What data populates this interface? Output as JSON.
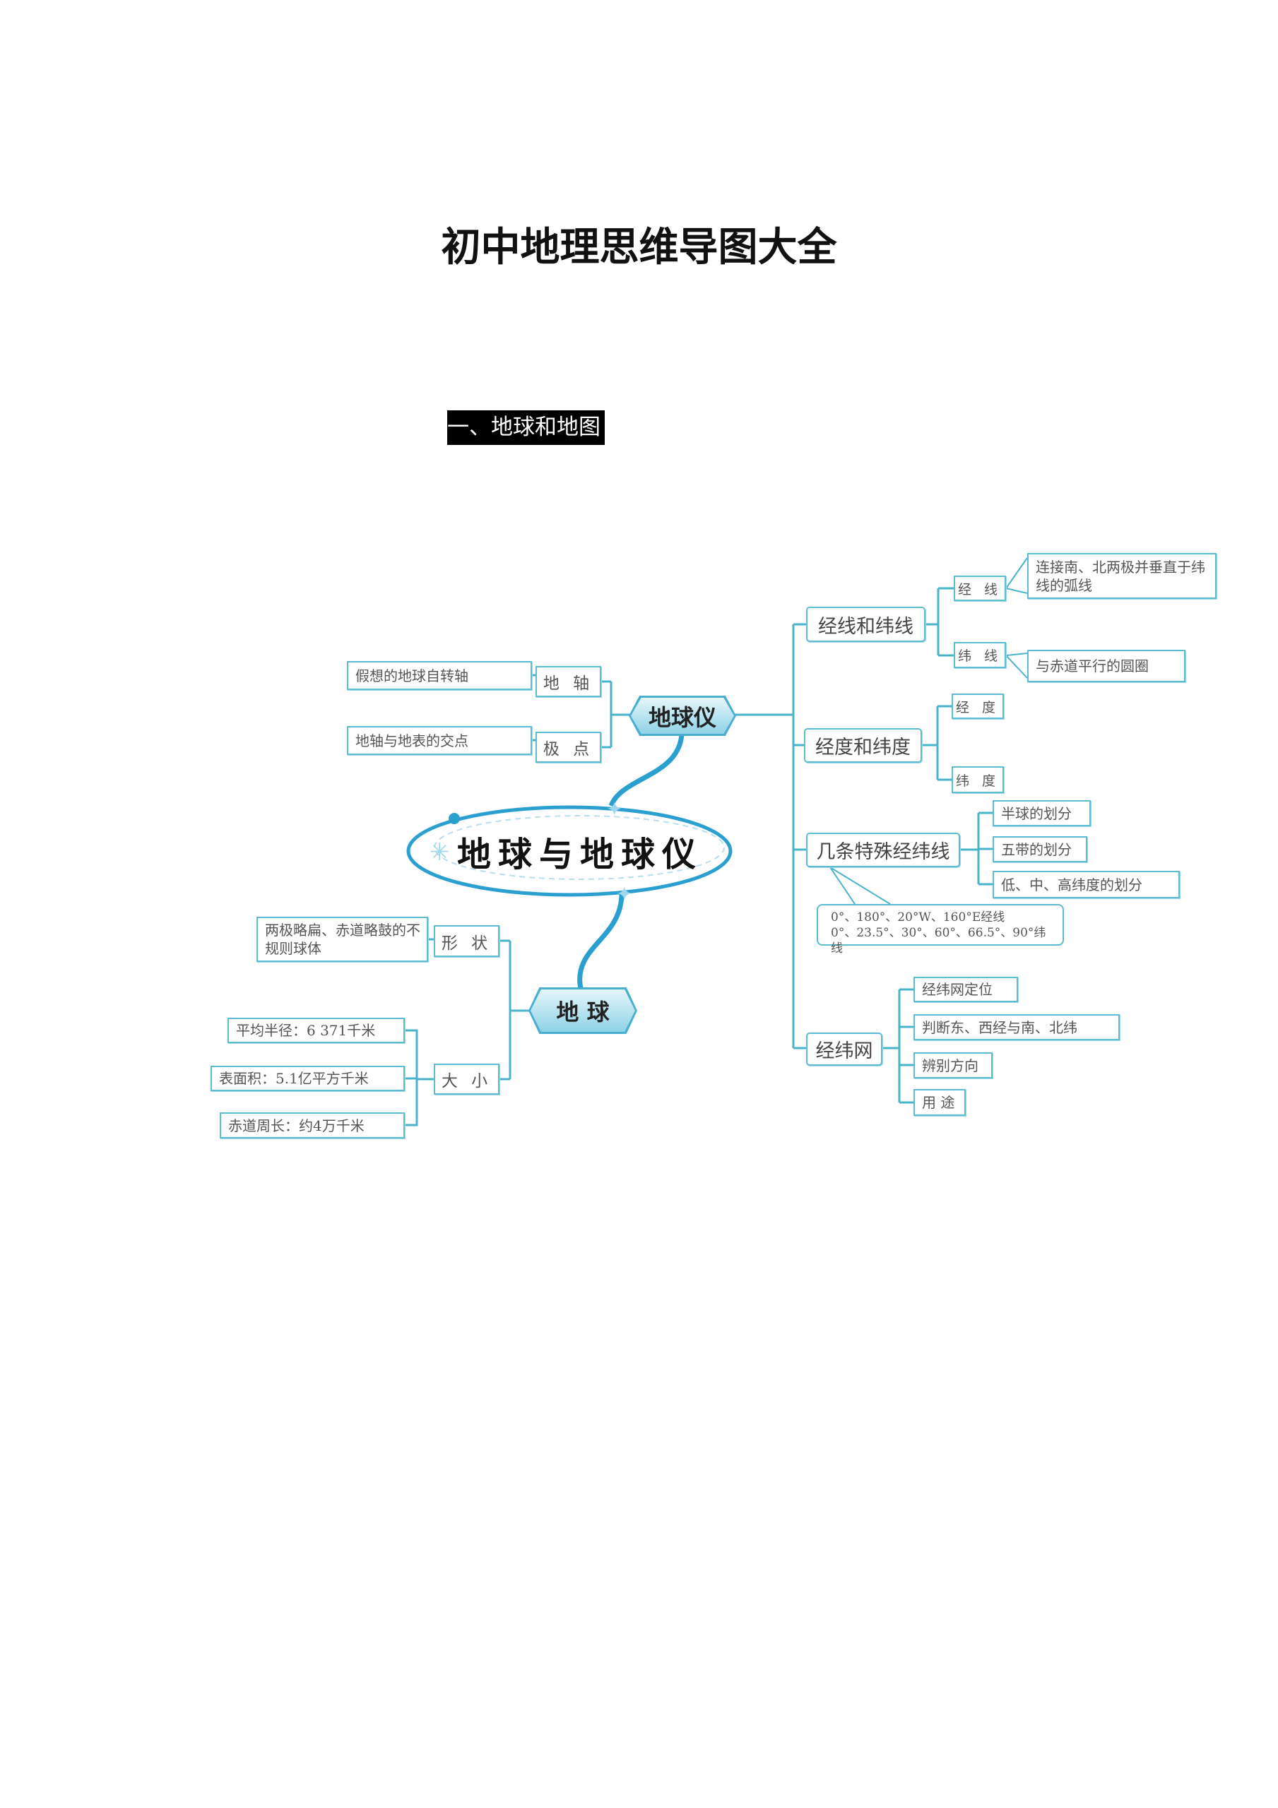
{
  "document": {
    "title": "初中地理思维导图大全",
    "section_heading": "一、地球和地图"
  },
  "mindmap": {
    "center": "地球与地球仪",
    "globe_model": {
      "label": "地球仪",
      "left": [
        {
          "label": "地 轴",
          "note": "假想的地球自转轴"
        },
        {
          "label": "极 点",
          "note": "地轴与地表的交点"
        }
      ],
      "right": {
        "lines": {
          "label": "经线和纬线",
          "children": [
            {
              "label": "经 线",
              "note": "连接南、北两极并垂直于纬线的弧线"
            },
            {
              "label": "纬 线",
              "note": "与赤道平行的圆圈"
            }
          ]
        },
        "degrees": {
          "label": "经度和纬度",
          "children": [
            "经 度",
            "纬 度"
          ]
        },
        "special": {
          "label": "几条特殊经纬线",
          "children": [
            "半球的划分",
            "五带的划分",
            "低、中、高纬度的划分"
          ],
          "callout_line1": "0°、180°、20°W、160°E经线",
          "callout_line2": "0°、23.5°、30°、60°、66.5°、90°纬线"
        },
        "grid": {
          "label": "经纬网",
          "children": [
            "经纬网定位",
            "判断东、西经与南、北纬",
            "辨别方向",
            "用 途"
          ]
        }
      }
    },
    "earth": {
      "label": "地 球",
      "shape": {
        "label": "形 状",
        "note": "两极略扁、赤道略鼓的不规则球体"
      },
      "size": {
        "label": "大 小",
        "items": [
          "平均半径：6 371千米",
          "表面积：5.1亿平方千米",
          "赤道周长：约4万千米"
        ]
      }
    }
  },
  "colors": {
    "line": "#4ab3cc",
    "border": "#5cbcd4"
  }
}
